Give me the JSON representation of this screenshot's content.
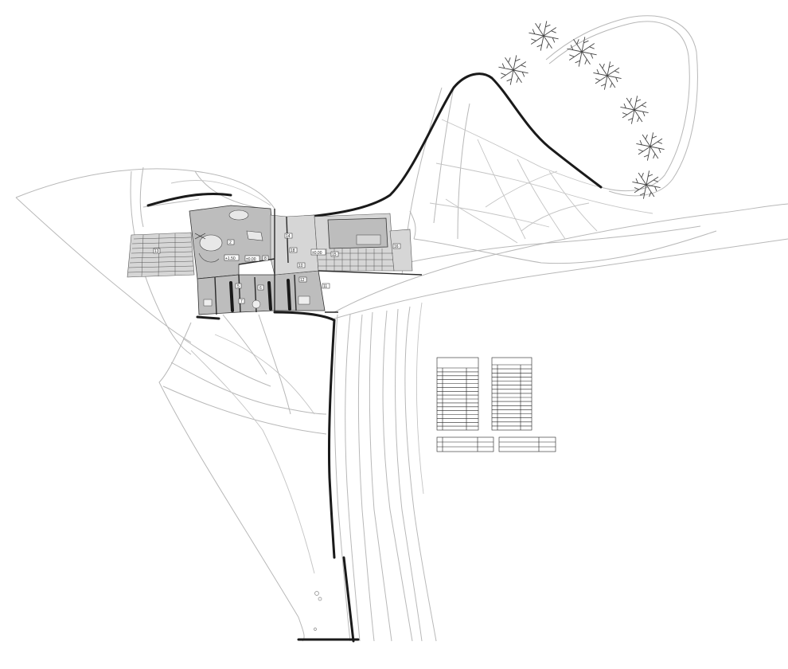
{
  "plan": {
    "room_tags": [
      "13",
      "2",
      "14",
      "15",
      "16",
      "10",
      "11",
      "12",
      "18",
      "5",
      "6",
      "7",
      "8"
    ],
    "level_marks": [
      "+1.50",
      "±0.00",
      "±0.00"
    ]
  },
  "schedule_tables": {
    "left_rows": 16,
    "right_rows": 16,
    "footer_rows": 3
  }
}
